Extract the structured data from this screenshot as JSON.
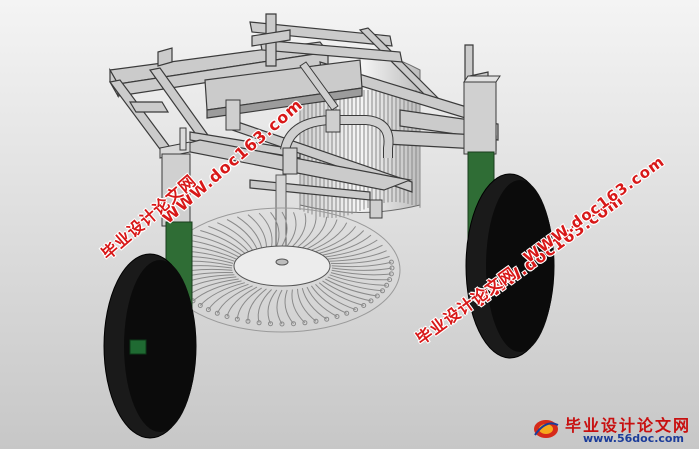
{
  "image": {
    "subject": "cad-render-machine",
    "colors": {
      "background_top": "#f2f2f2",
      "background_bottom": "#c9c9c9",
      "frame": "#c9c9c9",
      "frame_edge": "#3a3a3a",
      "post_green": "#2f6d35",
      "wheel": "#0d0d0d",
      "hub": "#1f6a32",
      "watermark_red": "#d81818",
      "logo_blue": "#1b3c9a"
    }
  },
  "watermarks": {
    "cn_text": "毕业设计论文网",
    "url_text": "WWW.doc163.com",
    "logo_cn": "毕业设计论文网",
    "logo_url": "www.56doc.com"
  }
}
